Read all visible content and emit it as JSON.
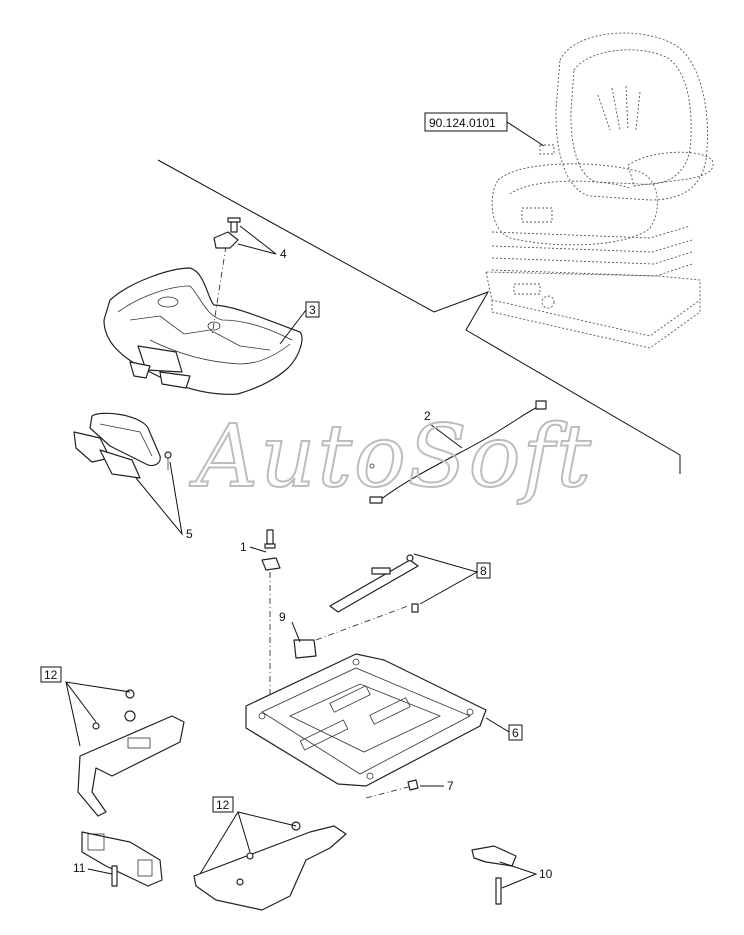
{
  "watermark": "AutoSoft",
  "reference_label": "90.124.0101",
  "callouts": {
    "c1": "1",
    "c2": "2",
    "c3": "3",
    "c4": "4",
    "c5": "5",
    "c6": "6",
    "c7": "7",
    "c8": "8",
    "c9": "9",
    "c10": "10",
    "c11": "11",
    "c12a": "12",
    "c12b": "12"
  }
}
